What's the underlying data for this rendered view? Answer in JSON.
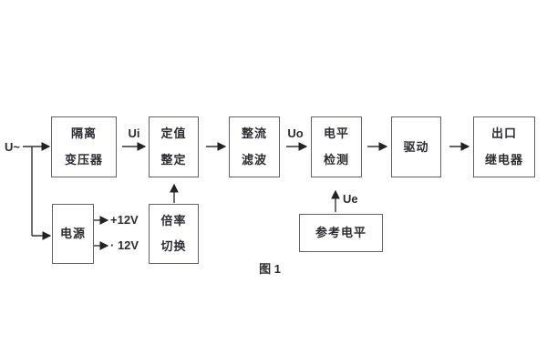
{
  "figure": {
    "caption": "图 1"
  },
  "signals": {
    "input": "U~",
    "ui": "Ui",
    "uo": "Uo",
    "ue": "Ue",
    "supply_pos": "+12V",
    "supply_neg": "· 12V"
  },
  "blocks": {
    "isolation_transformer": {
      "line1": "隔离",
      "line2": "变压器"
    },
    "setting": {
      "line1": "定值",
      "line2": "整定"
    },
    "rectify_filter": {
      "line1": "整流",
      "line2": "滤波"
    },
    "level_detect": {
      "line1": "电平",
      "line2": "检测"
    },
    "drive": {
      "label": "驱动"
    },
    "output_relay": {
      "line1": "出口",
      "line2": "继电器"
    },
    "power": {
      "label": "电源"
    },
    "ratio_switch": {
      "line1": "倍率",
      "line2": "切换"
    },
    "reference_level": {
      "label": "参考电平"
    }
  },
  "colors": {
    "background": "#ffffff",
    "box_border": "#626262",
    "wire": "#333333",
    "text": "#2c2c33"
  }
}
